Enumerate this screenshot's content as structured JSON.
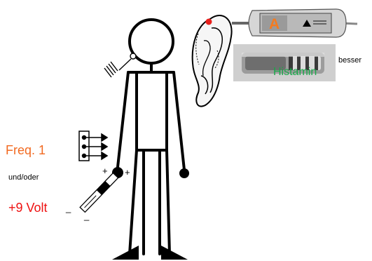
{
  "labels": {
    "frequency": "Freq.  1",
    "and_or": "und/oder",
    "voltage": "+9 Volt",
    "histamine": "Histamin",
    "better": "besser",
    "plus_sign": "+",
    "minus_sign": "_"
  },
  "colors": {
    "frequency": "#f26a21",
    "voltage": "#ee1111",
    "histamine": "#1aa84a",
    "ear_point": "#e8201c",
    "device_letter": "#f47b20"
  },
  "device": {
    "letter": "A"
  },
  "icons": [
    "stick-figure",
    "ear",
    "ear-point",
    "pen-device",
    "ampoule",
    "electrode-plug",
    "probe",
    "ground-symbol"
  ]
}
